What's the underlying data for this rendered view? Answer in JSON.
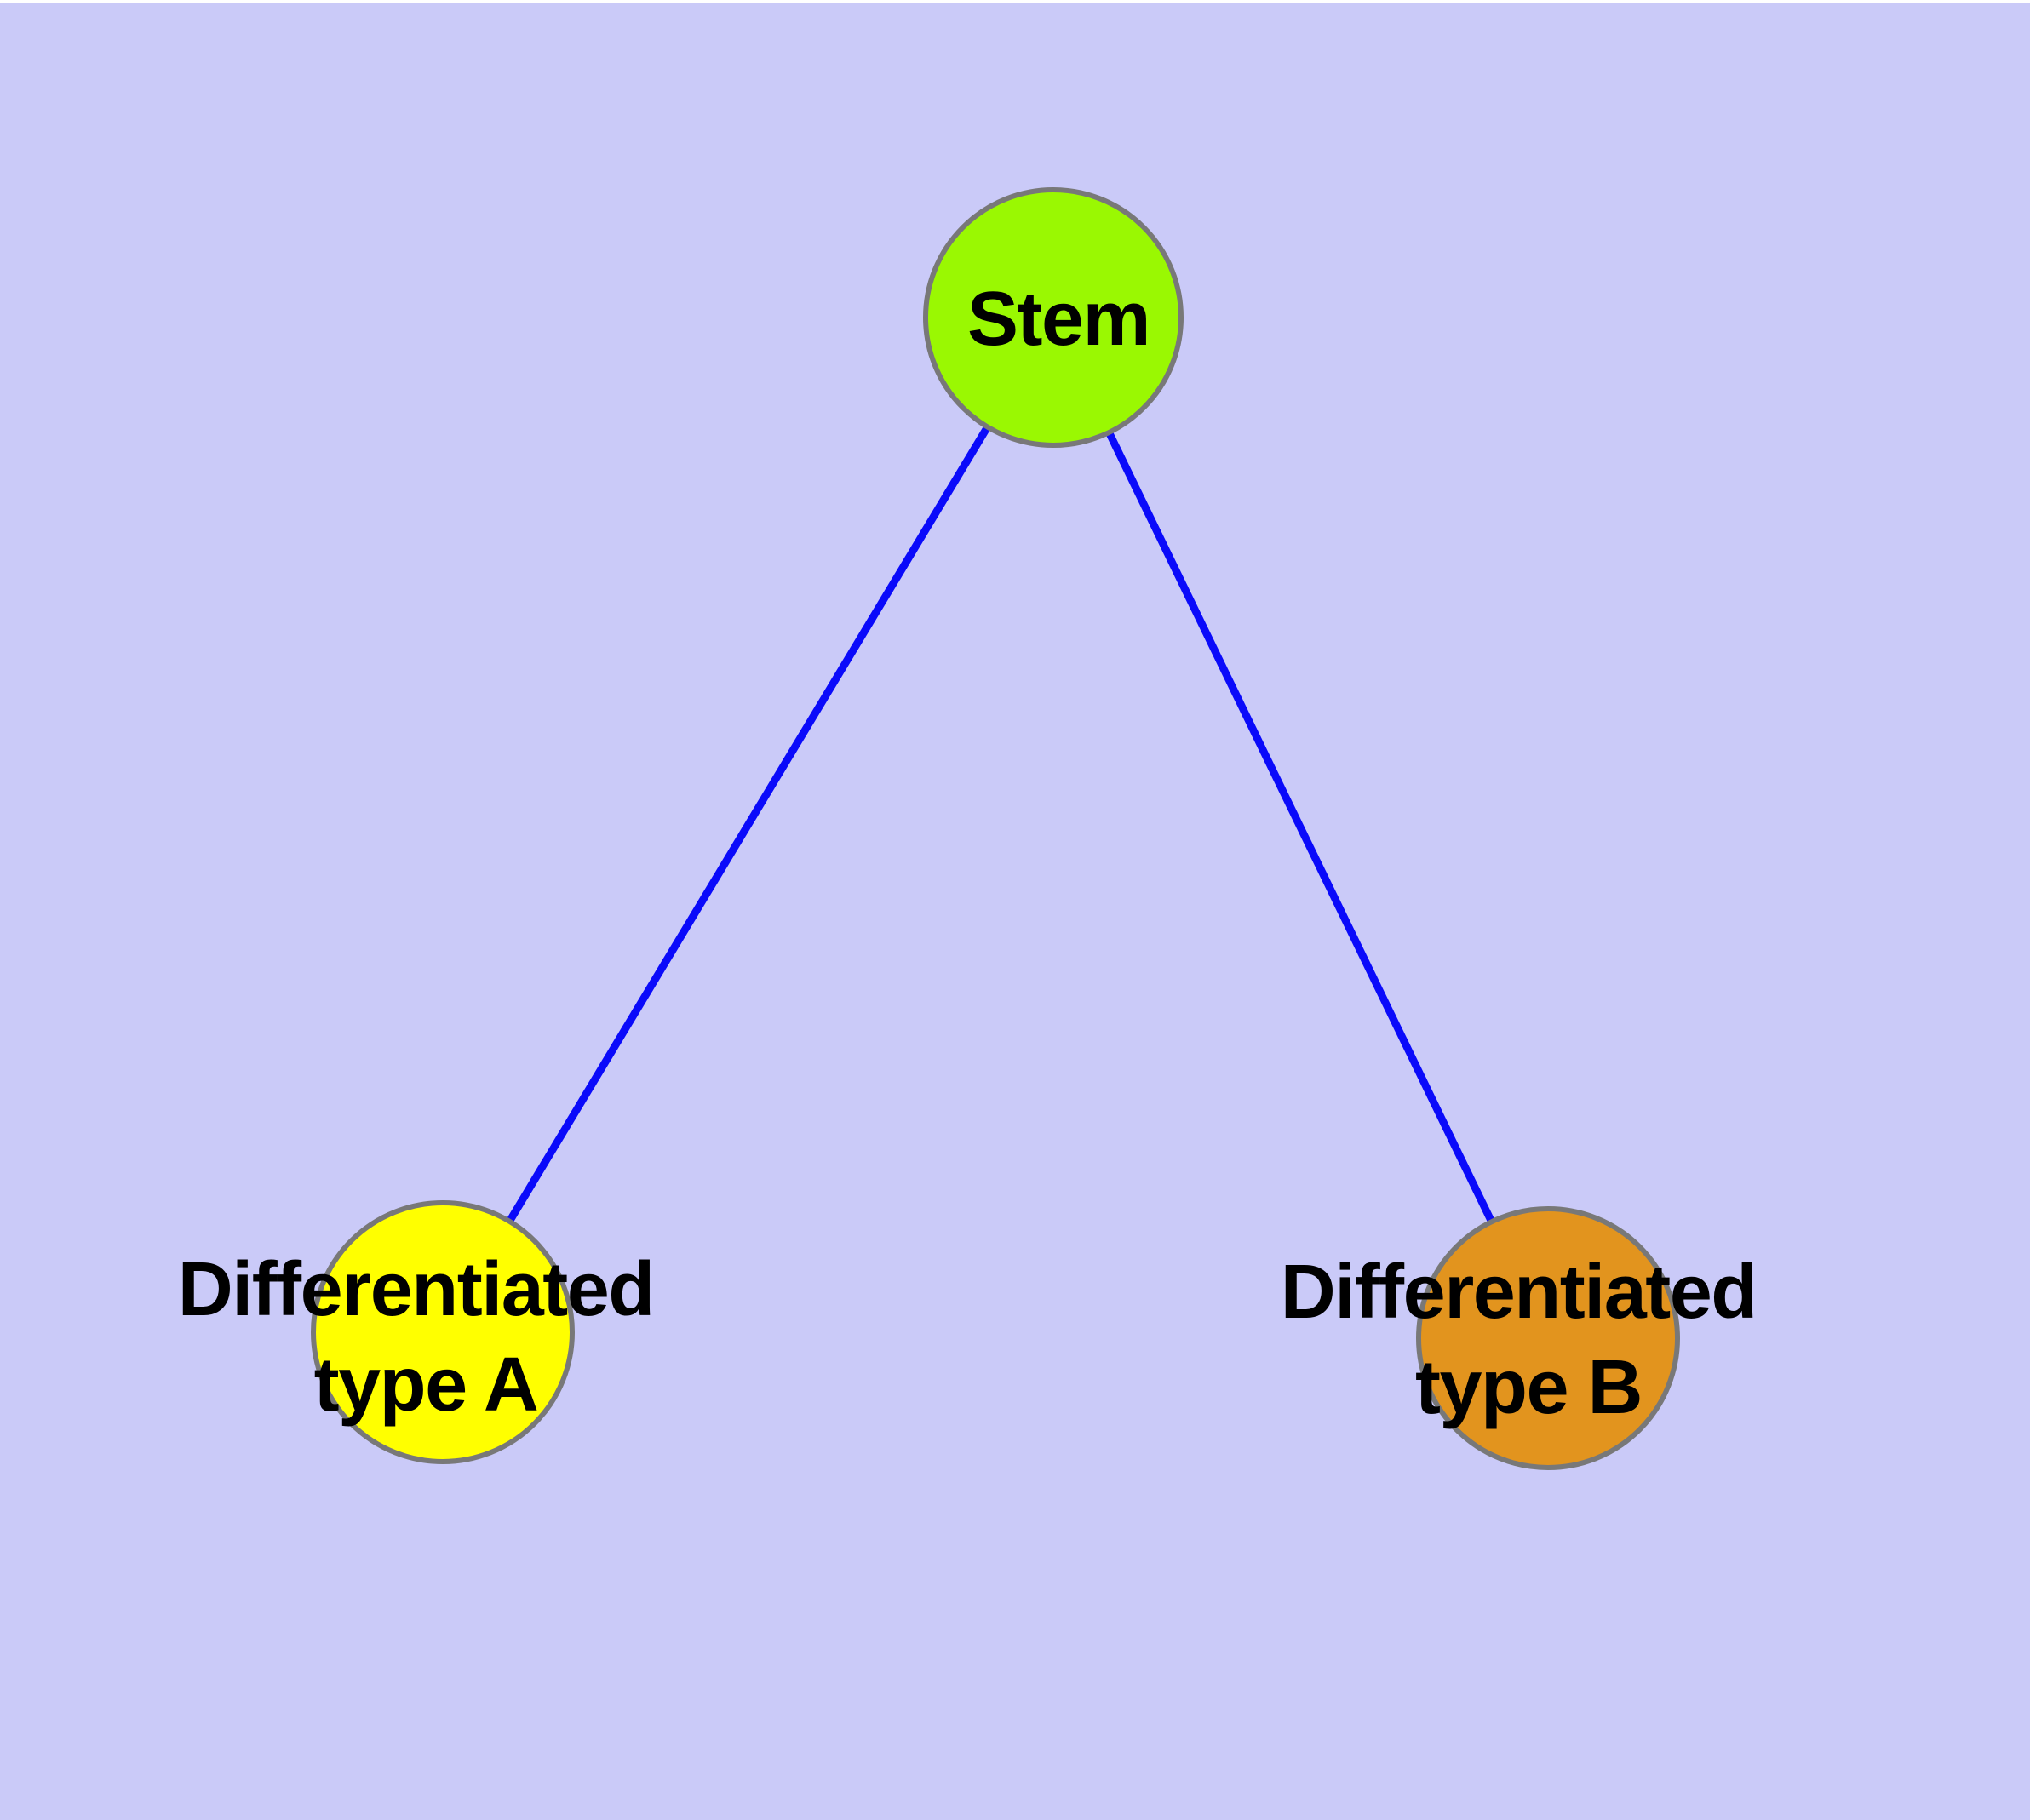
{
  "diagram": {
    "type": "graph",
    "background_color": "#CACAF8",
    "top_margin_color": "#FFFFFF",
    "edge_color": "#0A0AFA",
    "node_border_color": "#787878",
    "label_color": "#000000",
    "nodes": [
      {
        "id": "stem",
        "label": "Stem",
        "fill": "#9AF802"
      },
      {
        "id": "differentiated-type-a",
        "label_lines": [
          "Differentiated",
          "type A"
        ],
        "fill": "#FFFF00"
      },
      {
        "id": "differentiated-type-b",
        "label_lines": [
          "Differentiated",
          "type B"
        ],
        "fill": "#E2941E"
      }
    ],
    "edges": [
      {
        "from": "stem",
        "to": "differentiated-type-a"
      },
      {
        "from": "stem",
        "to": "differentiated-type-b"
      }
    ]
  }
}
